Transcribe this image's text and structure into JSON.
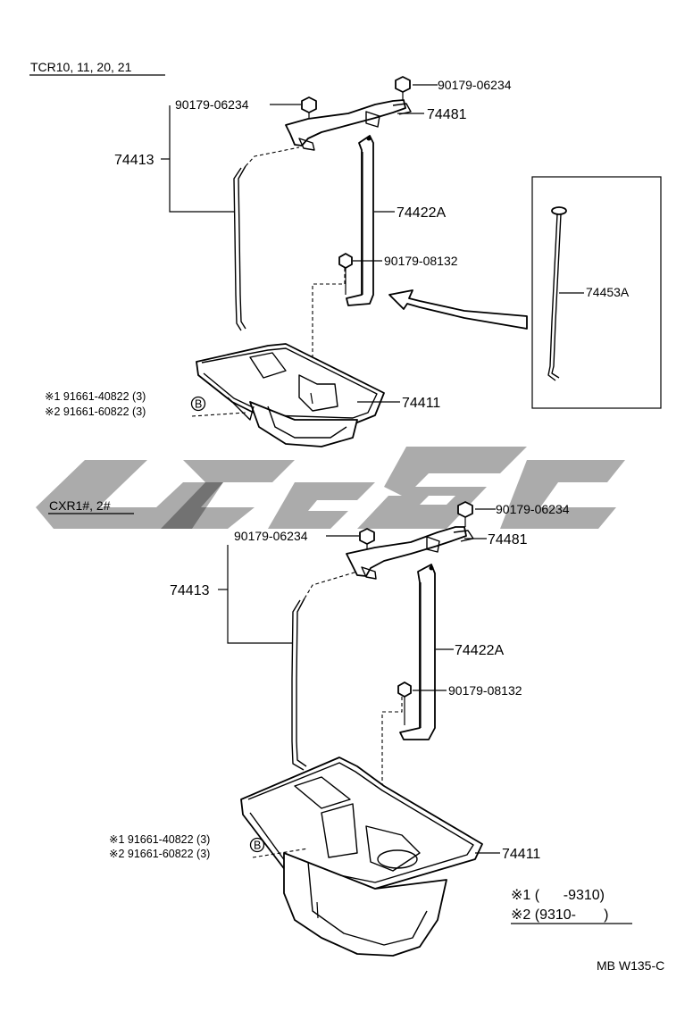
{
  "colors": {
    "ink": "#000000",
    "watermark": "#a6a6a6",
    "background": "#ffffff"
  },
  "top": {
    "model": "TCR10, 11, 20, 21",
    "parts": {
      "nut_left": "90179-06234",
      "nut_right": "90179-06234",
      "clamp": "74481",
      "rod": "74413",
      "bracket": "74422A",
      "nut_bracket": "90179-08132",
      "tray": "74411",
      "bolt_1": "※1  91661-40822 (3)",
      "bolt_2": "※2  91661-60822 (3)",
      "bolt_marker": "B"
    },
    "inset_part": "74453A"
  },
  "bottom": {
    "model": "CXR1#, 2#",
    "parts": {
      "nut_left": "90179-06234",
      "nut_right": "90179-06234",
      "clamp": "74481",
      "rod": "74413",
      "bracket": "74422A",
      "nut_bracket": "90179-08132",
      "tray": "74411",
      "bolt_1": "※1 91661-40822 (3)",
      "bolt_2": "※2 91661-60822 (3)",
      "bolt_marker": "B"
    }
  },
  "legend": {
    "note_1": "※1 (      -9310)",
    "note_2": "※2 (9310-       )"
  },
  "drawing_code": "MB W135-C"
}
